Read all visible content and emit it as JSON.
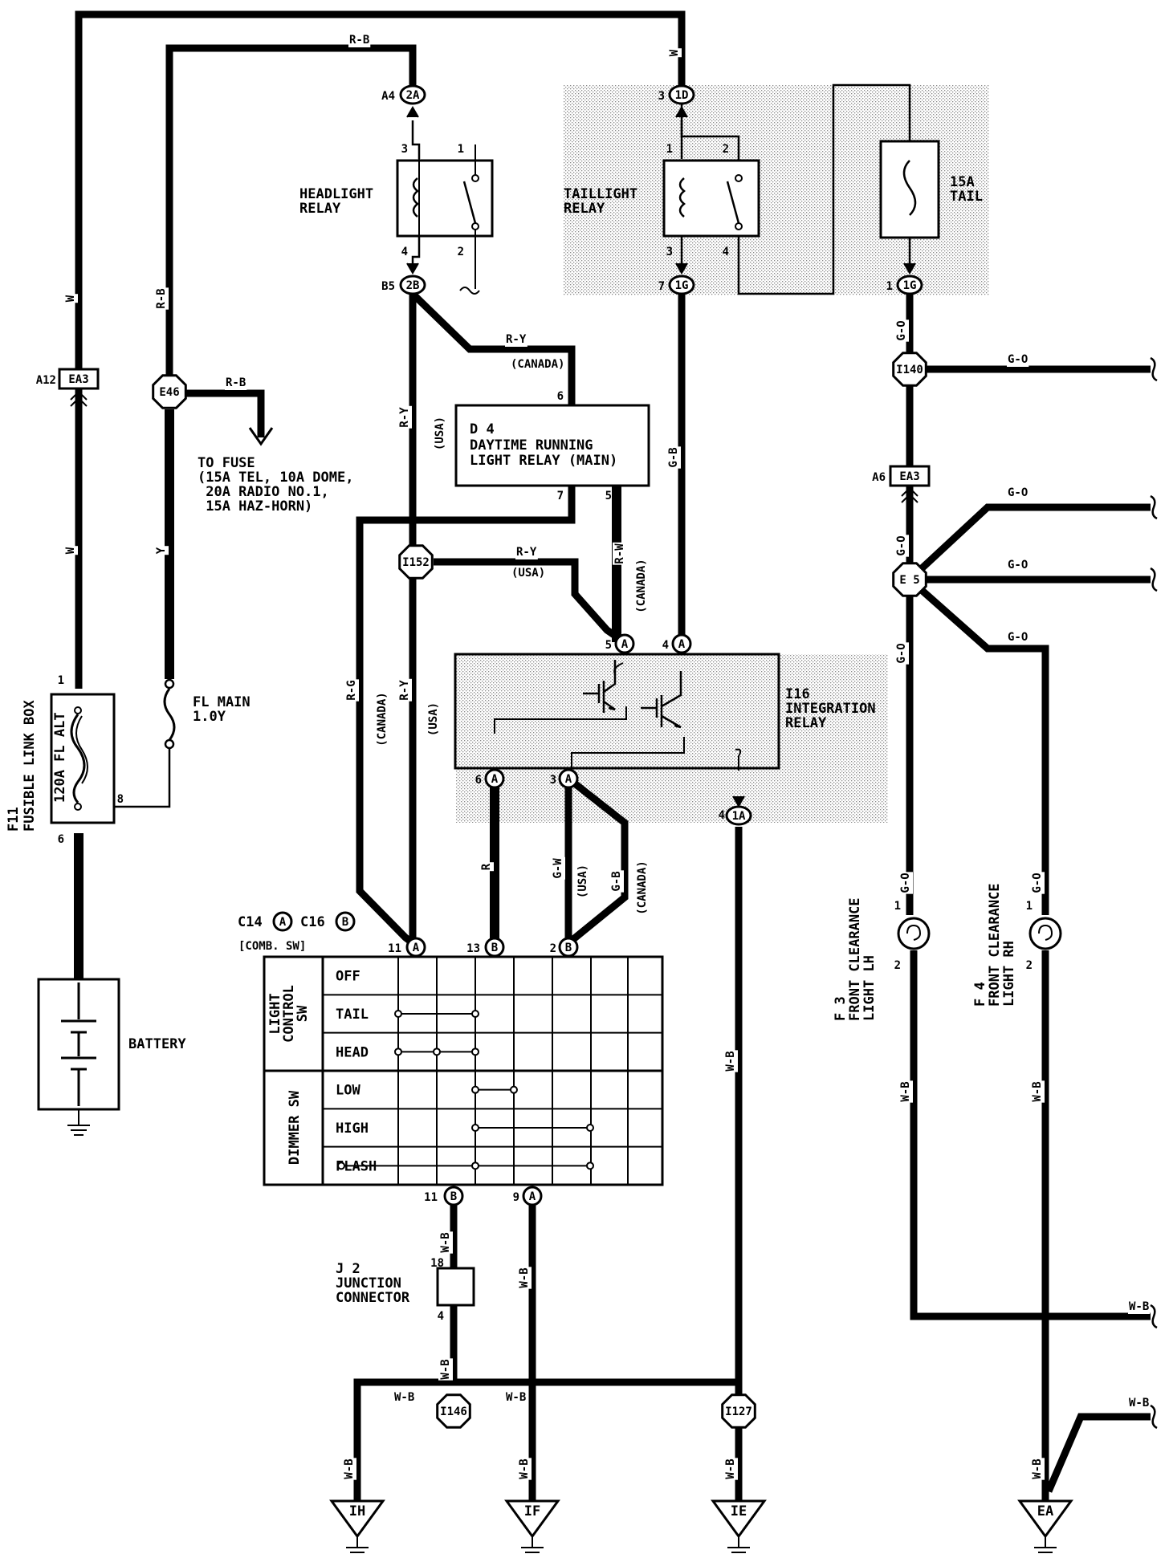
{
  "texts": {
    "headlight_relay": [
      "HEADLIGHT",
      "RELAY"
    ],
    "taillight_relay": [
      "TAILLIGHT",
      "RELAY"
    ],
    "fuse_15a": [
      "15A",
      "TAIL"
    ],
    "drl": [
      "D 4",
      "DAYTIME RUNNING",
      "LIGHT RELAY (MAIN)"
    ],
    "to_fuse": [
      "TO FUSE",
      "(15A TEL, 10A DOME,",
      " 20A RADIO NO.1,",
      " 15A HAZ-HORN)"
    ],
    "integration": [
      "I16",
      "INTEGRATION",
      "RELAY"
    ],
    "fusible": [
      "F11",
      "FUSIBLE LINK BOX"
    ],
    "fl_alt": "120A FL ALT",
    "fl_main": [
      "FL MAIN",
      "1.0Y"
    ],
    "battery": "BATTERY",
    "comb_sw": [
      "C14",
      "C16",
      "[COMB. SW]"
    ],
    "junction": [
      "J 2",
      "JUNCTION",
      "CONNECTOR"
    ],
    "f3": [
      "F 3",
      "FRONT CLEARANCE",
      "LIGHT LH"
    ],
    "f4": [
      "F 4",
      "FRONT CLEARANCE",
      "LIGHT RH"
    ],
    "light_control": [
      "LIGHT",
      "CONTROL",
      "SW"
    ],
    "dimmer": "DIMMER SW",
    "switch_rows": [
      "OFF",
      "TAIL",
      "HEAD",
      "LOW",
      "HIGH",
      "FLASH"
    ]
  },
  "connectors": {
    "A4": "A4",
    "2A": "2A",
    "B5": "B5",
    "2B": "2B",
    "1D": "1D",
    "1G": "1G",
    "A12": "A12",
    "EA3": "EA3",
    "A6": "A6",
    "E46": "E46",
    "I152": "I152",
    "I140": "I140",
    "E5": "E 5",
    "I146": "I146",
    "I127": "I127",
    "1A": "1A",
    "IH": "IH",
    "IF": "IF",
    "IE": "IE",
    "EA": "EA",
    "A": "A",
    "B": "B"
  },
  "wire_colors": {
    "W": "W",
    "RB": "R-B",
    "RY": "R-Y",
    "RW": "R-W",
    "RG": "R-G",
    "GB": "G-B",
    "GO": "G-O",
    "GW": "G-W",
    "WB": "W-B",
    "R": "R",
    "Y": "Y",
    "B": "B",
    "CANADA": "(CANADA)",
    "USA": "(USA)"
  },
  "pins": [
    "1",
    "2",
    "3",
    "4",
    "5",
    "6",
    "7",
    "8",
    "9",
    "11",
    "13",
    "18"
  ]
}
